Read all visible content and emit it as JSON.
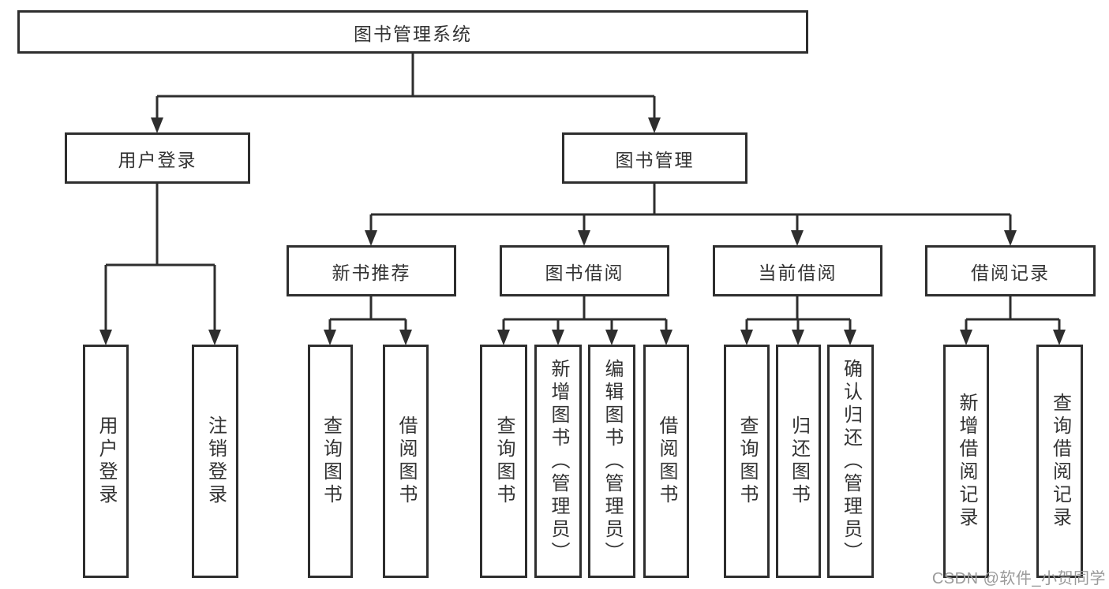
{
  "diagram": {
    "root": {
      "label": "图书管理系统"
    },
    "branches": [
      {
        "label": "用户登录",
        "children": [
          {
            "label": "用户登录"
          },
          {
            "label": "注销登录"
          }
        ]
      },
      {
        "label": "图书管理",
        "children": [
          {
            "label": "新书推荐",
            "children": [
              {
                "label": "查询图书"
              },
              {
                "label": "借阅图书"
              }
            ]
          },
          {
            "label": "图书借阅",
            "children": [
              {
                "label": "查询图书"
              },
              {
                "label": "新增图书（管理员）"
              },
              {
                "label": "编辑图书（管理员）"
              },
              {
                "label": "借阅图书"
              }
            ]
          },
          {
            "label": "当前借阅",
            "children": [
              {
                "label": "查询图书"
              },
              {
                "label": "归还图书"
              },
              {
                "label": "确认归还（管理员）"
              }
            ]
          },
          {
            "label": "借阅记录",
            "children": [
              {
                "label": "新增借阅记录"
              },
              {
                "label": "查询借阅记录"
              }
            ]
          }
        ]
      }
    ]
  },
  "watermark": {
    "text": "CSDN @软件_小贺同学"
  },
  "colors": {
    "line": "#2e2e2e",
    "box_border": "#2e2e2e",
    "box_fill": "#ffffff",
    "text": "#333333",
    "watermark": "#9b9b9b",
    "background": "#ffffff"
  }
}
